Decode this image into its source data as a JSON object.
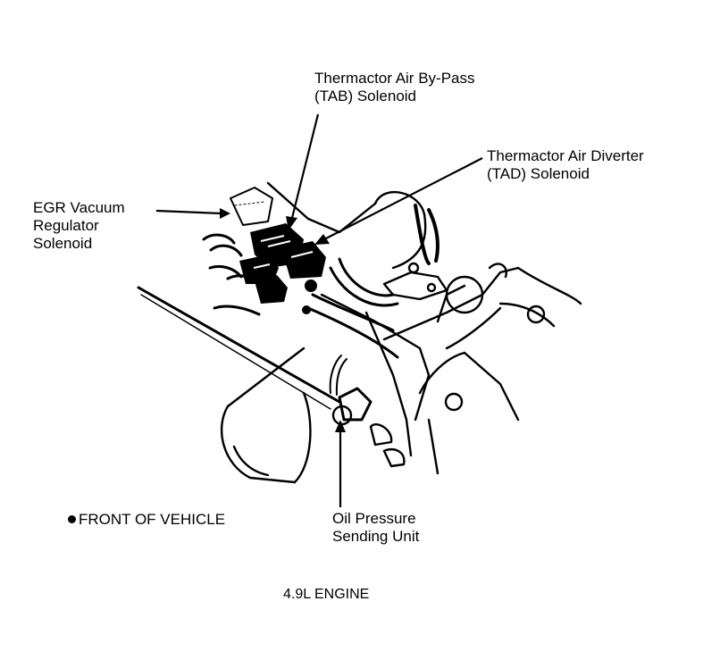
{
  "labels": {
    "tab_solenoid": [
      "Thermactor Air By-Pass",
      "(TAB) Solenoid"
    ],
    "tad_solenoid": [
      "Thermactor Air Diverter",
      "(TAD) Solenoid"
    ],
    "egr_solenoid": [
      "EGR Vacuum",
      "Regulator",
      "Solenoid"
    ],
    "oil_pressure_unit": [
      "Oil Pressure",
      "Sending Unit"
    ]
  },
  "legend": {
    "front_of_vehicle": "FRONT OF VEHICLE"
  },
  "caption": "4.9L ENGINE"
}
